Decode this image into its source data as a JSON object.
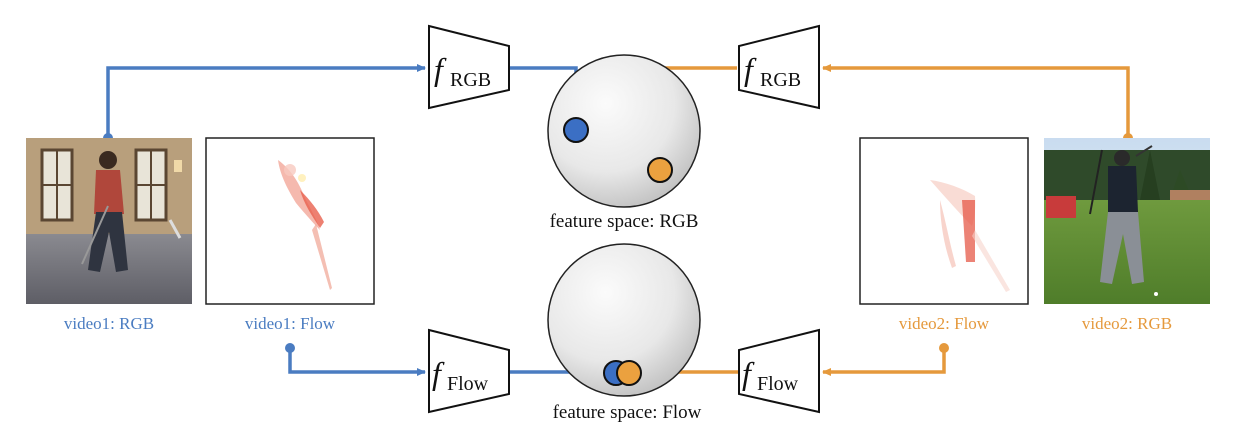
{
  "colors": {
    "video1": "#4a7cc1",
    "video2": "#e5993c",
    "dot_blue": "#3b6fc4",
    "dot_orange": "#eba13f",
    "sphere_fill": "#e6e6e6"
  },
  "encoders": {
    "rgb_symbol": "f",
    "rgb_subscript": "RGB",
    "flow_symbol": "f",
    "flow_subscript": "Flow"
  },
  "spaces": {
    "rgb_caption": "feature space: RGB",
    "flow_caption": "feature space: Flow"
  },
  "videos": {
    "video1_rgb_label": "video1: RGB",
    "video1_flow_label": "video1: Flow",
    "video2_flow_label": "video2: Flow",
    "video2_rgb_label": "video2: RGB"
  }
}
